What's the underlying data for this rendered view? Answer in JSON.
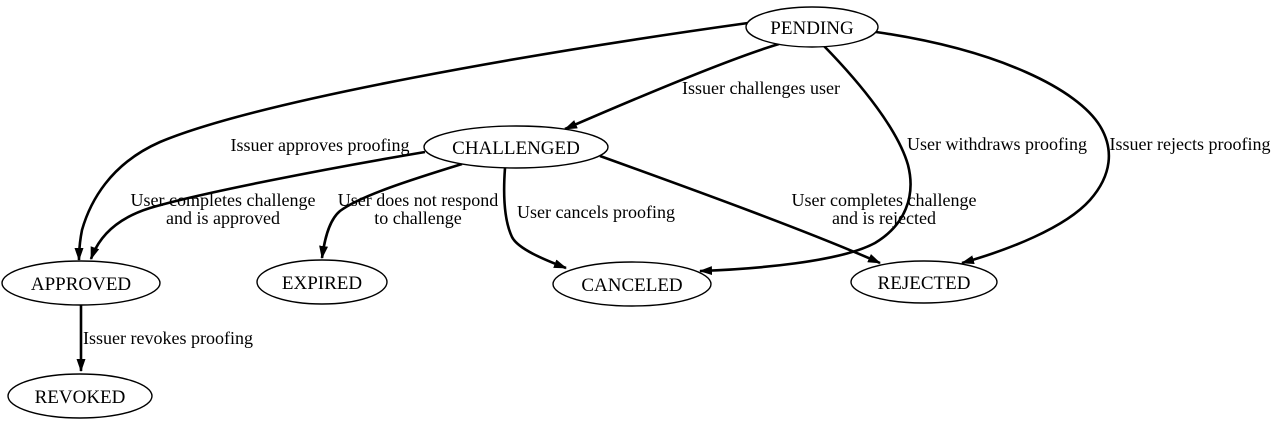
{
  "diagram": {
    "type": "state-machine",
    "colors": {
      "background": "#ffffff",
      "stroke": "#000000",
      "node_fill": "#ffffff",
      "text": "#000000"
    },
    "nodes": {
      "pending": {
        "label": "PENDING"
      },
      "challenged": {
        "label": "CHALLENGED"
      },
      "approved": {
        "label": "APPROVED"
      },
      "expired": {
        "label": "EXPIRED"
      },
      "canceled": {
        "label": "CANCELED"
      },
      "rejected": {
        "label": "REJECTED"
      },
      "revoked": {
        "label": "REVOKED"
      }
    },
    "edges": {
      "pending_challenged": {
        "from": "PENDING",
        "to": "CHALLENGED",
        "label": "Issuer challenges user"
      },
      "pending_approved": {
        "from": "PENDING",
        "to": "APPROVED",
        "label": "Issuer approves proofing"
      },
      "challenged_approved": {
        "from": "CHALLENGED",
        "to": "APPROVED",
        "line1": "User completes challenge",
        "line2": "and is approved"
      },
      "challenged_expired": {
        "from": "CHALLENGED",
        "to": "EXPIRED",
        "line1": "User does not respond",
        "line2": "to challenge"
      },
      "challenged_canceled": {
        "from": "CHALLENGED",
        "to": "CANCELED",
        "label": "User cancels proofing"
      },
      "challenged_rejected": {
        "from": "CHALLENGED",
        "to": "REJECTED",
        "line1": "User completes challenge",
        "line2": "and is rejected"
      },
      "pending_canceled": {
        "from": "PENDING",
        "to": "CANCELED",
        "label": "User withdraws proofing"
      },
      "pending_rejected": {
        "from": "PENDING",
        "to": "REJECTED",
        "label": "Issuer rejects proofing"
      },
      "approved_revoked": {
        "from": "APPROVED",
        "to": "REVOKED",
        "label": "Issuer revokes proofing"
      }
    }
  }
}
